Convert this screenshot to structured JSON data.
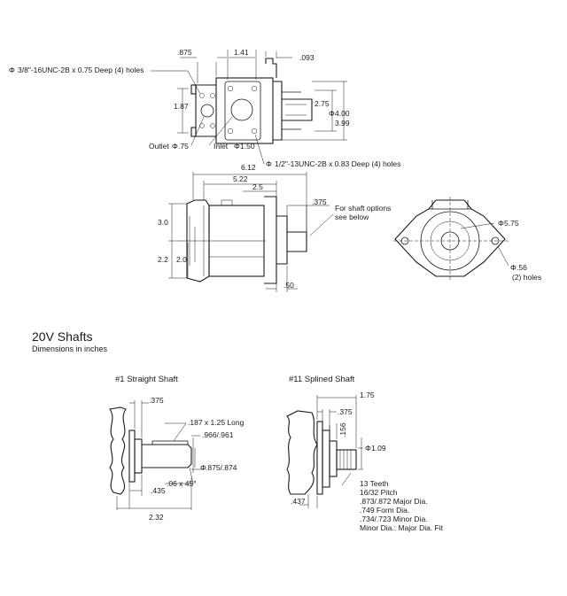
{
  "top_view": {
    "dim_875": ".875",
    "dim_141": "1.41",
    "dim_093": ".093",
    "note_holes_38": "3/8\"-16UNC-2B x 0.75 Deep (4) holes",
    "dim_187": "1.87",
    "dim_275": "2.75",
    "dim_400": "4.00",
    "dim_399": "3.99",
    "outlet": "Outlet",
    "outlet_dia": ".75",
    "inlet": "Inlet",
    "inlet_dia": "1.50",
    "note_holes_12": "1/2\"-13UNC-2B x 0.83 Deep (4) holes"
  },
  "side_view": {
    "dim_612": "6.12",
    "dim_522": "5.22",
    "dim_25": "2.5",
    "dim_375": ".375",
    "dim_30": "3.0",
    "dim_22": "2.2",
    "dim_20": "2.0",
    "dim_50": ".50",
    "shaft_note_1": "For shaft options",
    "shaft_note_2": "see below"
  },
  "end_view": {
    "dim_575": "5.75",
    "dim_56": ".56",
    "holes_note": "(2) holes"
  },
  "section": {
    "title": "20V Shafts",
    "subtitle": "Dimensions in inches"
  },
  "straight_shaft": {
    "title": "#1 Straight Shaft",
    "dim_375": ".375",
    "key_note": ".187 x 1.25 Long",
    "dim_966": ".966/.961",
    "dim_875": ".875/.874",
    "chamfer": ".06 x 45°",
    "dim_435": ".435",
    "dim_232": "2.32"
  },
  "splined_shaft": {
    "title": "#11 Splined Shaft",
    "dim_175": "1.75",
    "dim_375": ".375",
    "dim_156": ".156",
    "dim_109": "1.09",
    "dim_437": ".437",
    "spec_1": "13 Teeth",
    "spec_2": "16/32 Pitch",
    "spec_3": ".873/.872 Major Dia.",
    "spec_4": ".749 Form Dia.",
    "spec_5": ".734/.723 Minor Dia.",
    "spec_6": "Minor Dia.: Major Dia. Fit"
  }
}
